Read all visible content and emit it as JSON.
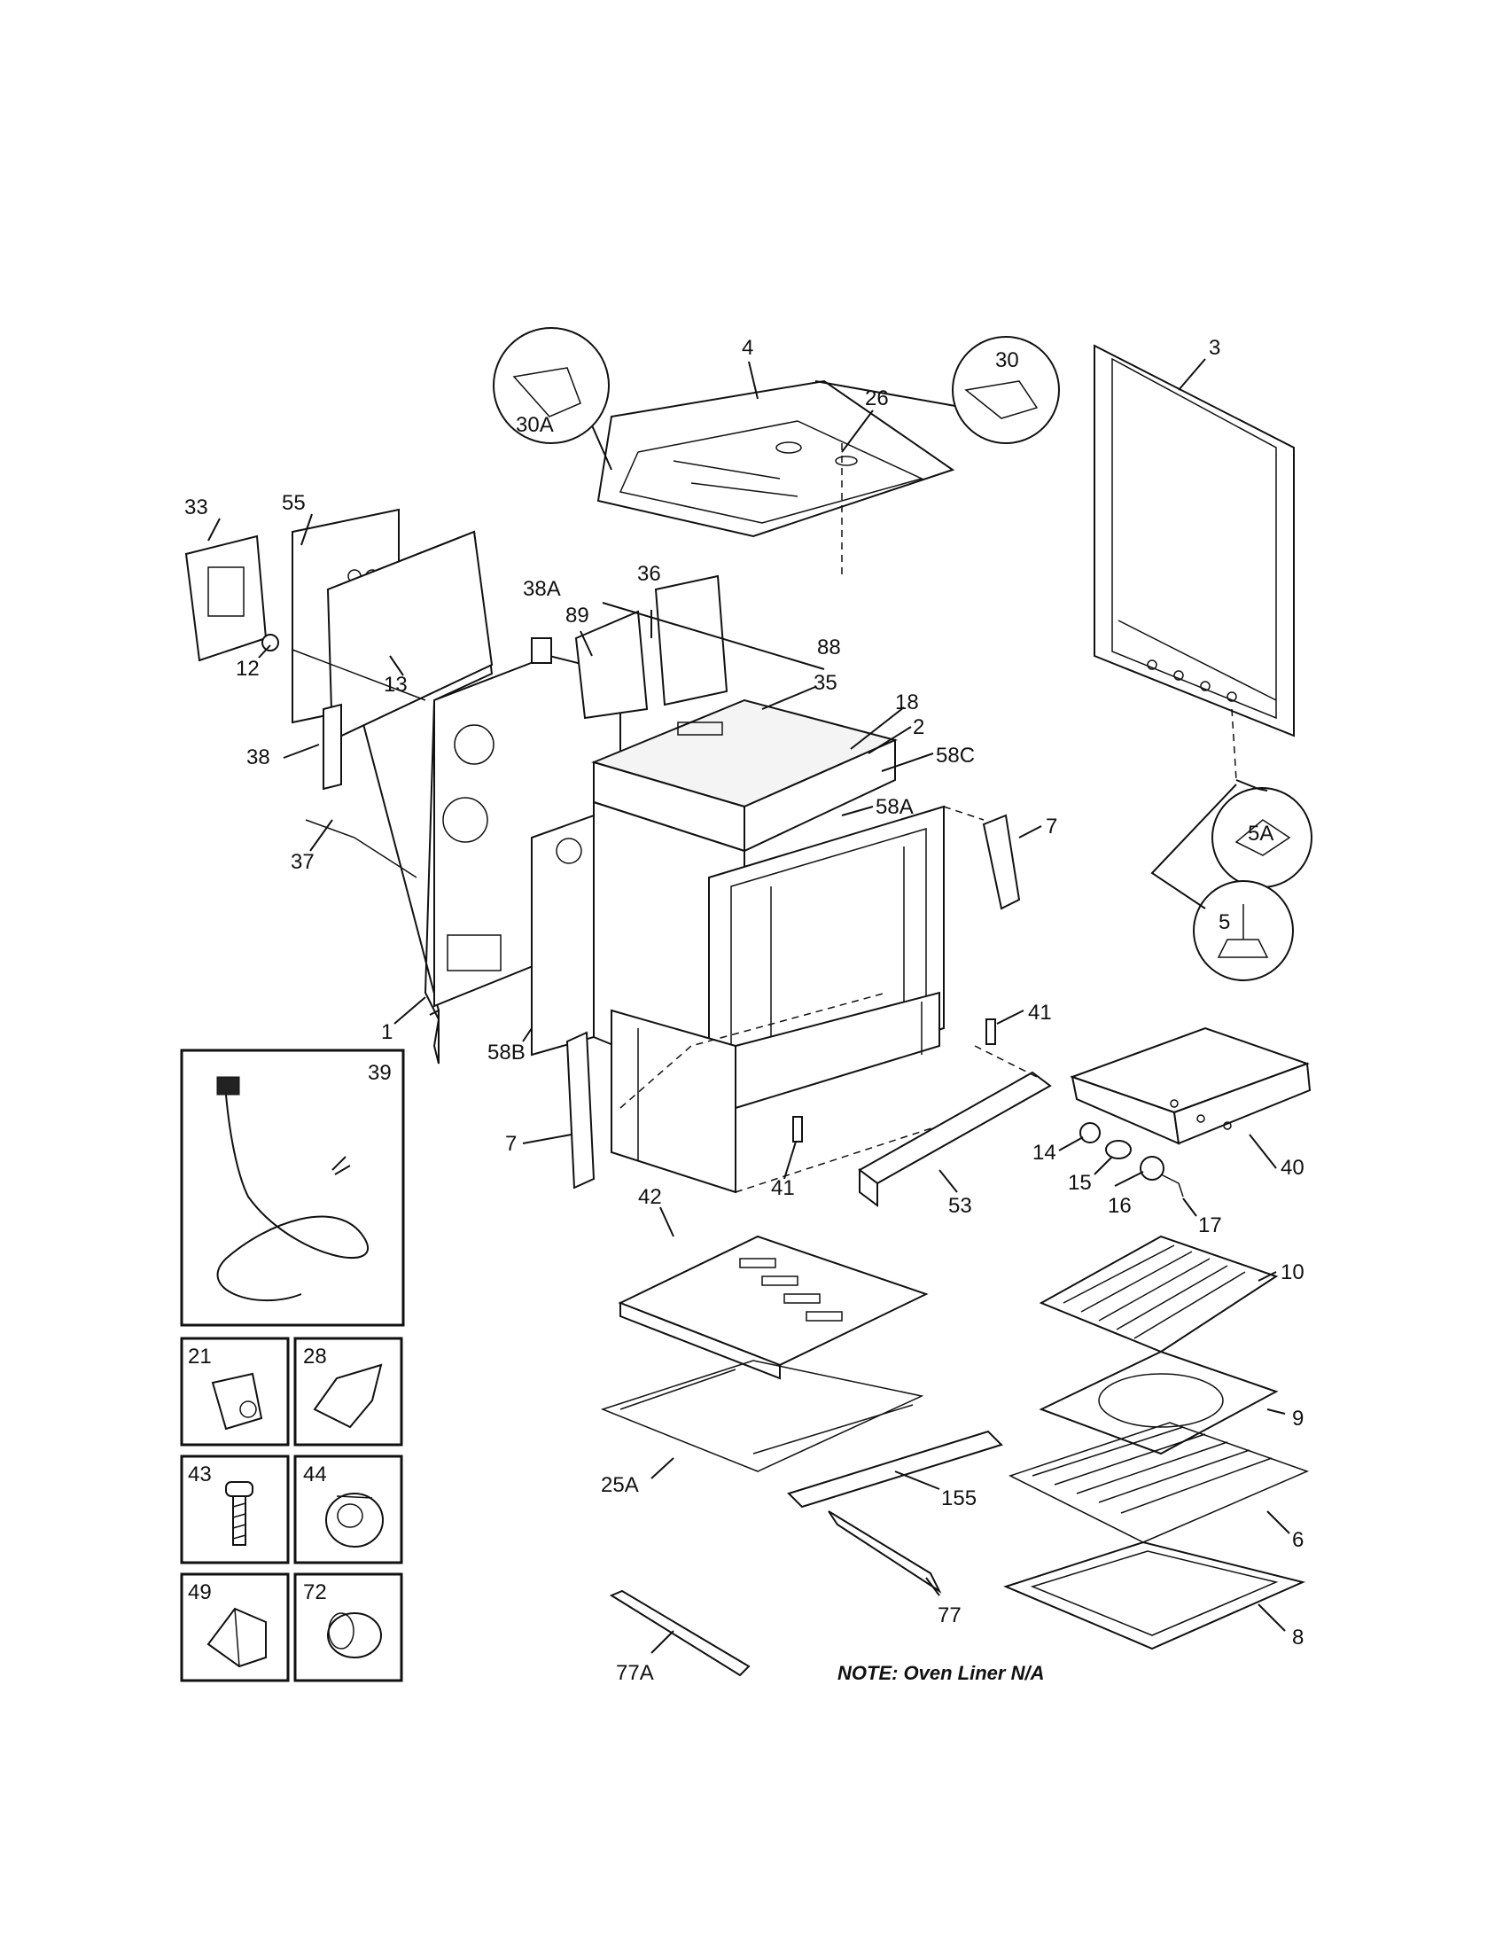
{
  "callouts": {
    "c1": "1",
    "c2": "2",
    "c3": "3",
    "c4": "4",
    "c5": "5",
    "c5A": "5A",
    "c6": "6",
    "c7a": "7",
    "c7b": "7",
    "c8": "8",
    "c9": "9",
    "c10": "10",
    "c12": "12",
    "c13": "13",
    "c14": "14",
    "c15": "15",
    "c16": "16",
    "c17": "17",
    "c18": "18",
    "c25A": "25A",
    "c26": "26",
    "c30": "30",
    "c30A": "30A",
    "c33": "33",
    "c35": "35",
    "c36": "36",
    "c37": "37",
    "c38": "38",
    "c38A": "38A",
    "c40": "40",
    "c41a": "41",
    "c41b": "41",
    "c42": "42",
    "c53": "53",
    "c55": "55",
    "c58A": "58A",
    "c58B": "58B",
    "c58C": "58C",
    "c77": "77",
    "c77A": "77A",
    "c88": "88",
    "c89": "89",
    "c155": "155"
  },
  "inset_boxes": {
    "b39": "39",
    "b21": "21",
    "b28": "28",
    "b43": "43",
    "b44": "44",
    "b49": "49",
    "b72": "72"
  },
  "note": "NOTE: Oven Liner N/A"
}
